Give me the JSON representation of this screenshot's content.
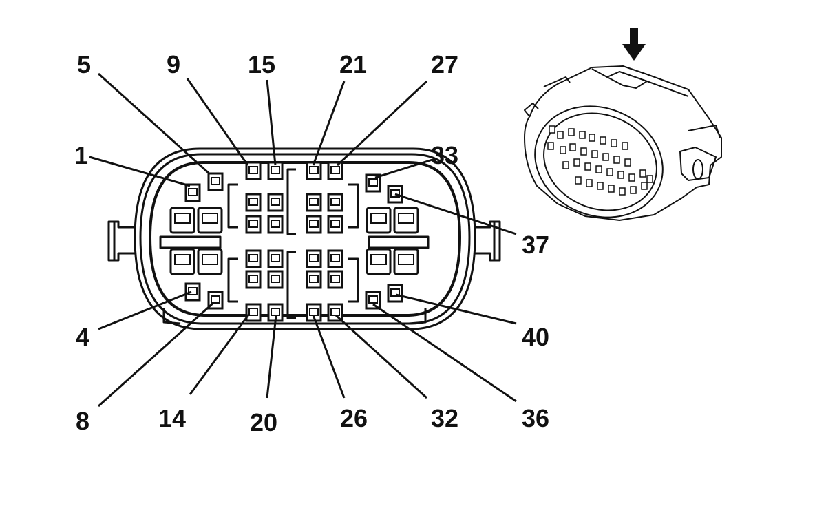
{
  "diagram": {
    "pin_labels": [
      "5",
      "9",
      "15",
      "21",
      "27",
      "1",
      "33",
      "37",
      "4",
      "40",
      "8",
      "14",
      "20",
      "26",
      "32",
      "36"
    ],
    "orientation_arrow": "arrow-down-icon",
    "line_color": "#111111",
    "background": "#ffffff"
  }
}
